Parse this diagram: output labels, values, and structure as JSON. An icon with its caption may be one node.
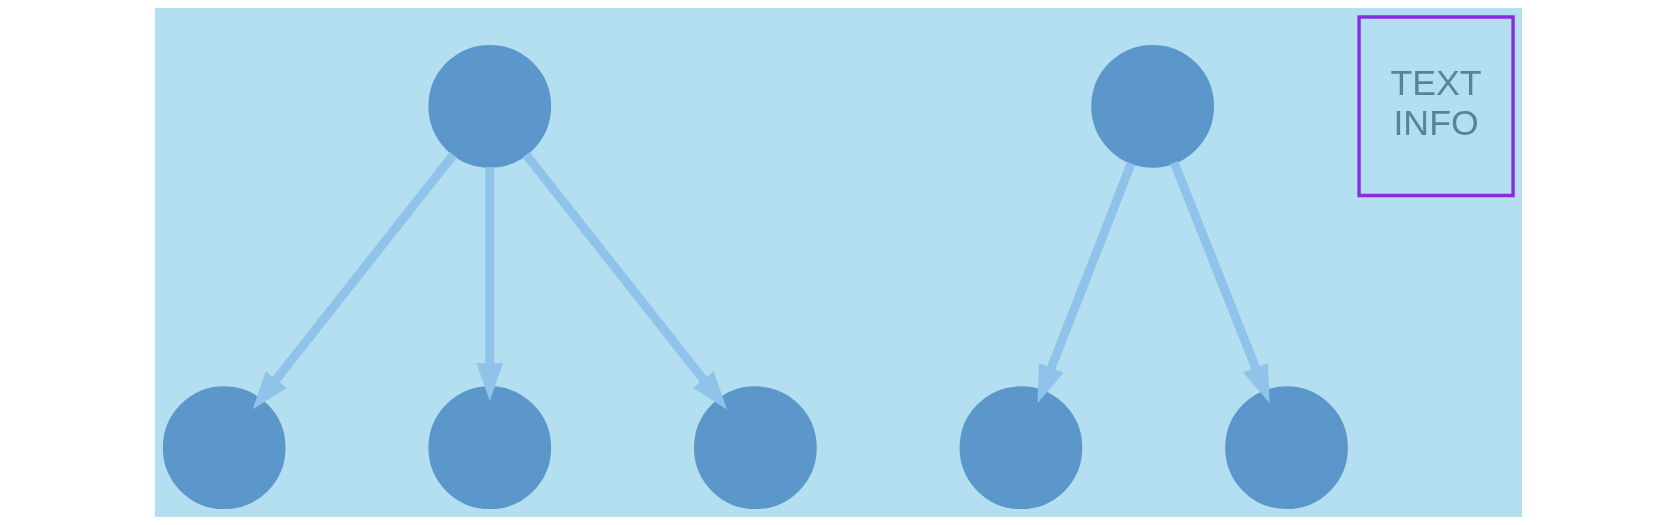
{
  "diagram": {
    "nodes": [
      {
        "text": [],
        "shape": "circle"
      },
      {
        "text": [],
        "shape": "circle"
      },
      {
        "text": [],
        "shape": "circle"
      },
      {
        "text": [],
        "shape": "circle"
      },
      {
        "text": [],
        "shape": "circle"
      },
      {
        "text": [],
        "shape": "circle"
      },
      {
        "text": [],
        "shape": "circle"
      },
      {
        "text": [
          "TEXT",
          "INFO"
        ]
      }
    ],
    "edges": [
      {
        "from": 0,
        "to": 2,
        "arrow": "to"
      },
      {
        "from": 0,
        "to": 3,
        "arrow": "to"
      },
      {
        "from": 0,
        "to": 4,
        "arrow": "to"
      },
      {
        "from": 1,
        "to": 5,
        "arrow": "to"
      },
      {
        "from": 1,
        "to": 6,
        "arrow": "to"
      }
    ]
  }
}
